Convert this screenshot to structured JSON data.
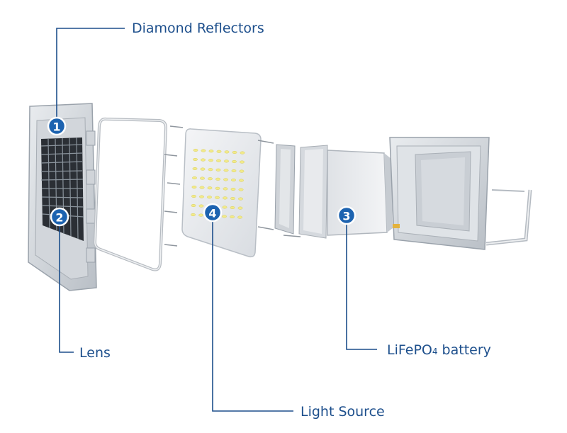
{
  "callouts": {
    "diamond_reflectors": {
      "badge": "1",
      "label": "Diamond Reflectors"
    },
    "lens": {
      "badge": "2",
      "label": "Lens"
    },
    "battery": {
      "badge": "3",
      "label_main": "LiFePO",
      "label_sub": "4",
      "label_rest": " battery"
    },
    "light_source": {
      "badge": "4",
      "label": "Light Source"
    }
  },
  "colors": {
    "accent": "#1d4f8c",
    "badge": "#1d63b0"
  }
}
